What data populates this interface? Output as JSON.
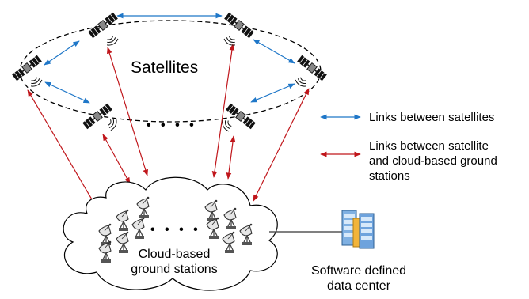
{
  "labels": {
    "satellites": "Satellites",
    "ellipsis_top": "• • • •",
    "ellipsis_cloud": "• • • •",
    "cloud_line1": "Cloud-based",
    "cloud_line2": "ground stations",
    "datacenter_line1": "Software defined",
    "datacenter_line2": "data center"
  },
  "legend": {
    "blue_label": "Links between satellites",
    "red_line1": "Links between satellite",
    "red_line2": "and cloud-based ground",
    "red_line3": "stations"
  },
  "colors": {
    "inter_satellite_link": "#1f77c8",
    "ground_link": "#c0161b",
    "orbit": "#000000",
    "cloud_outline": "#000000"
  }
}
